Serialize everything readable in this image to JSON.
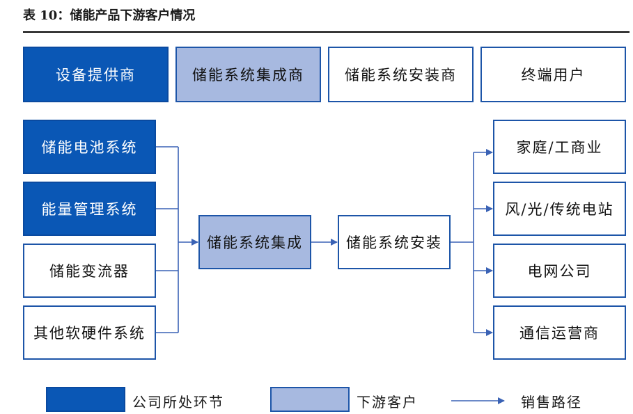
{
  "title": "表 10：储能产品下游客户情况",
  "header_row": [
    "设备提供商",
    "储能系统集成商",
    "储能系统安装商",
    "终端用户"
  ],
  "left_column": [
    "储能电池系统",
    "能量管理系统",
    "储能变流器",
    "其他软硬件系统"
  ],
  "middle": {
    "integration": "储能系统集成",
    "installation": "储能系统安装"
  },
  "right_column": [
    "家庭/工商业",
    "风/光/传统电站",
    "电网公司",
    "通信运营商"
  ],
  "legend": {
    "company_segment": "公司所处环节",
    "downstream_customer": "下游客户",
    "sales_path": "销售路径"
  },
  "colors": {
    "dark_blue": "#0a57b5",
    "light_blue": "#a7b9e0",
    "line_blue": "#3a62b5"
  }
}
